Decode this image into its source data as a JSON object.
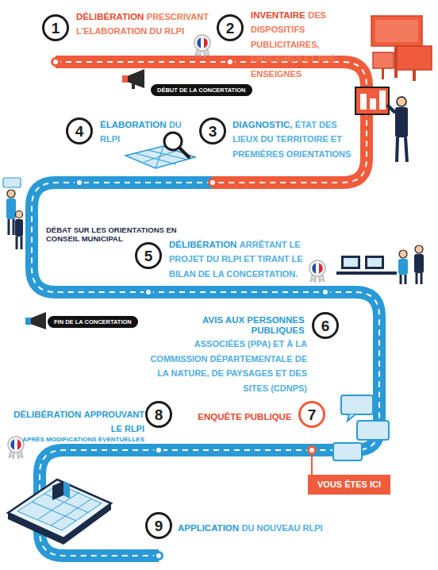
{
  "diagram": {
    "nodes": [
      {
        "text": [
          "1",
          "DÉLIBÉRATION",
          "PRESCRIVANT L'ELABORATION DU RLPI"
        ]
      },
      {
        "text": [
          "2",
          "INVENTAIRE",
          "DES DISPOSITIFS PUBLICITAIRES, ENSEIGNES ET PRÉ-ENSEIGNES"
        ]
      },
      {
        "text": [
          "DÉBUT DE LA CONCERTATION"
        ]
      },
      {
        "text": [
          "4",
          "ÉLABORATION",
          "DU RLPI"
        ]
      },
      {
        "text": [
          "3",
          "DIAGNOSTIC,",
          "ÉTAT DES LIEUX DU TERRITOIRE ET PREMIÈRES ORIENTATIONS"
        ]
      },
      {
        "text": [
          "5",
          "DÉLIBÉRATION",
          "ARRÊTANT LE PROJET DU RLPI ET TIRANT LE BILAN DE LA CONCERTATION."
        ]
      },
      {
        "text": [
          "FIN DE LA CONCERTATION"
        ]
      },
      {
        "text": [
          "6",
          "AVIS AUX PERSONNES PUBLIQUES",
          "ASSOCIÉES (PPA) ET À LA COMMISSION DÉPARTEMENTALE DE LA NATURE, DE PAYSAGES ET DES SITES (CDNPS)"
        ]
      },
      {
        "text": [
          "7",
          "ENQUÊTE PUBLIQUE"
        ]
      },
      {
        "text": [
          "VOUS ÊTES ICI"
        ]
      },
      {
        "text": [
          "8",
          "DÉLIBÉRATION",
          "APPROUVANT LE RLPI",
          "APRÈS MODIFICATIONS ÉVENTUELLES"
        ]
      },
      {
        "text": [
          "9",
          "APPLICATION",
          "DU NOUVEAU RLPI"
        ]
      }
    ],
    "edges": [
      {
        "from": 0,
        "to": 1,
        "arrow": "none"
      },
      {
        "from": 1,
        "to": 4,
        "arrow": "none"
      },
      {
        "from": 4,
        "to": 3,
        "arrow": "none"
      },
      {
        "from": 3,
        "to": 5,
        "arrow": "none"
      },
      {
        "from": 5,
        "to": 7,
        "arrow": "none"
      },
      {
        "from": 7,
        "to": 8,
        "arrow": "none"
      },
      {
        "from": 8,
        "to": 10,
        "arrow": "none"
      },
      {
        "from": 10,
        "to": 11,
        "arrow": "none"
      },
      {
        "from": 8,
        "to": 9,
        "arrow": "none"
      }
    ],
    "labels": [
      "DÉBAT SUR LES ORIENTATIONS EN CONSEIL MUNICIPAL"
    ]
  }
}
